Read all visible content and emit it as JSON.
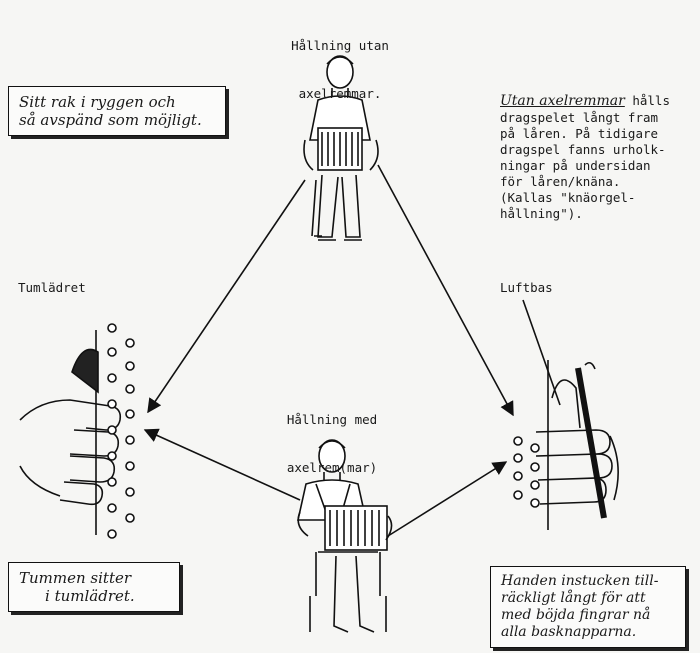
{
  "top_caption": {
    "line1": "Hållning utan",
    "line2": "axelremmar."
  },
  "middle_caption": {
    "line1": "Hållning med",
    "line2": "axelrem(mar)"
  },
  "box_top_left": {
    "line1": "Sitt rak i ryggen och",
    "line2": "så avspänd som möjligt."
  },
  "right_text": {
    "underlined": "Utan axelremmar",
    "rest_first_line": " hålls",
    "lines": [
      "dragspelet långt fram",
      "på låren. På tidigare",
      "dragspel fanns urholk-",
      "ningar på undersidan",
      "för låren/knäna.",
      "(Kallas \"knäorgel-",
      "hållning\")."
    ]
  },
  "label_left": "Tumlädret",
  "label_right": "Luftbas",
  "box_bottom_left": {
    "line1": "Tummen sitter",
    "line2": "i tumlädret."
  },
  "box_bottom_right": {
    "lines": [
      "Handen instucken till-",
      "räckligt långt för att",
      "med böjda fingrar nå",
      "alla basknapparna."
    ]
  }
}
